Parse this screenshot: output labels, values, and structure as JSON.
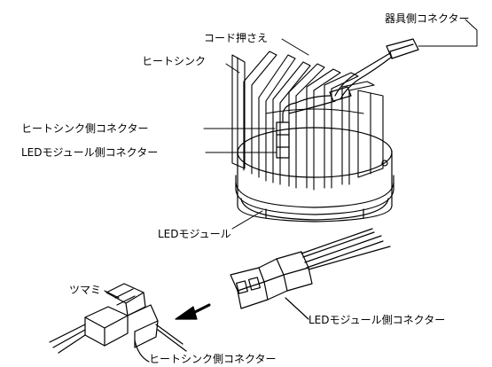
{
  "labels": {
    "fixture_connector": "器具側コネクター",
    "cord_clamp": "コード押さえ",
    "heat_sink": "ヒートシンク",
    "heatsink_connector": "ヒートシンク側コネクター",
    "led_module_connector": "LEDモジュール側コネクター",
    "led_module": "LEDモジュール",
    "knob": "ツマミ",
    "led_module_connector_bottom": "LEDモジュール側コネクター",
    "heatsink_connector_bottom": "ヒートシンク側コネクター"
  },
  "colors": {
    "line": "#000000",
    "background": "#ffffff"
  }
}
